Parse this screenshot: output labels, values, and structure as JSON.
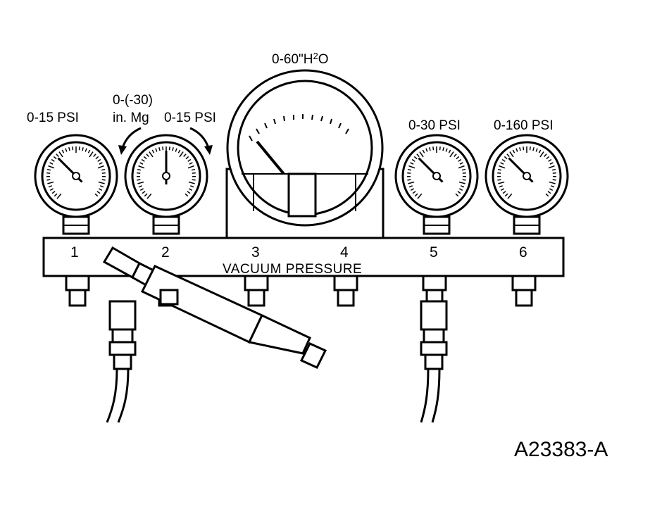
{
  "gauges": [
    {
      "range_label": "0-15 PSI",
      "port": "1"
    },
    {
      "range_label_line1": "0-(-30)",
      "range_label_line2": "in. Mg",
      "range_label": "0-15 PSI",
      "port": "2"
    },
    {
      "range_label": "0-60\"H",
      "subscript": "2",
      "range_label_suffix": "O",
      "port": "3"
    },
    {
      "port": "4"
    },
    {
      "range_label": "0-30 PSI",
      "port": "5"
    },
    {
      "range_label": "0-160 PSI",
      "port": "6"
    }
  ],
  "manifold_label": "VACUUM PRESSURE",
  "figure_id": "A23383-A"
}
